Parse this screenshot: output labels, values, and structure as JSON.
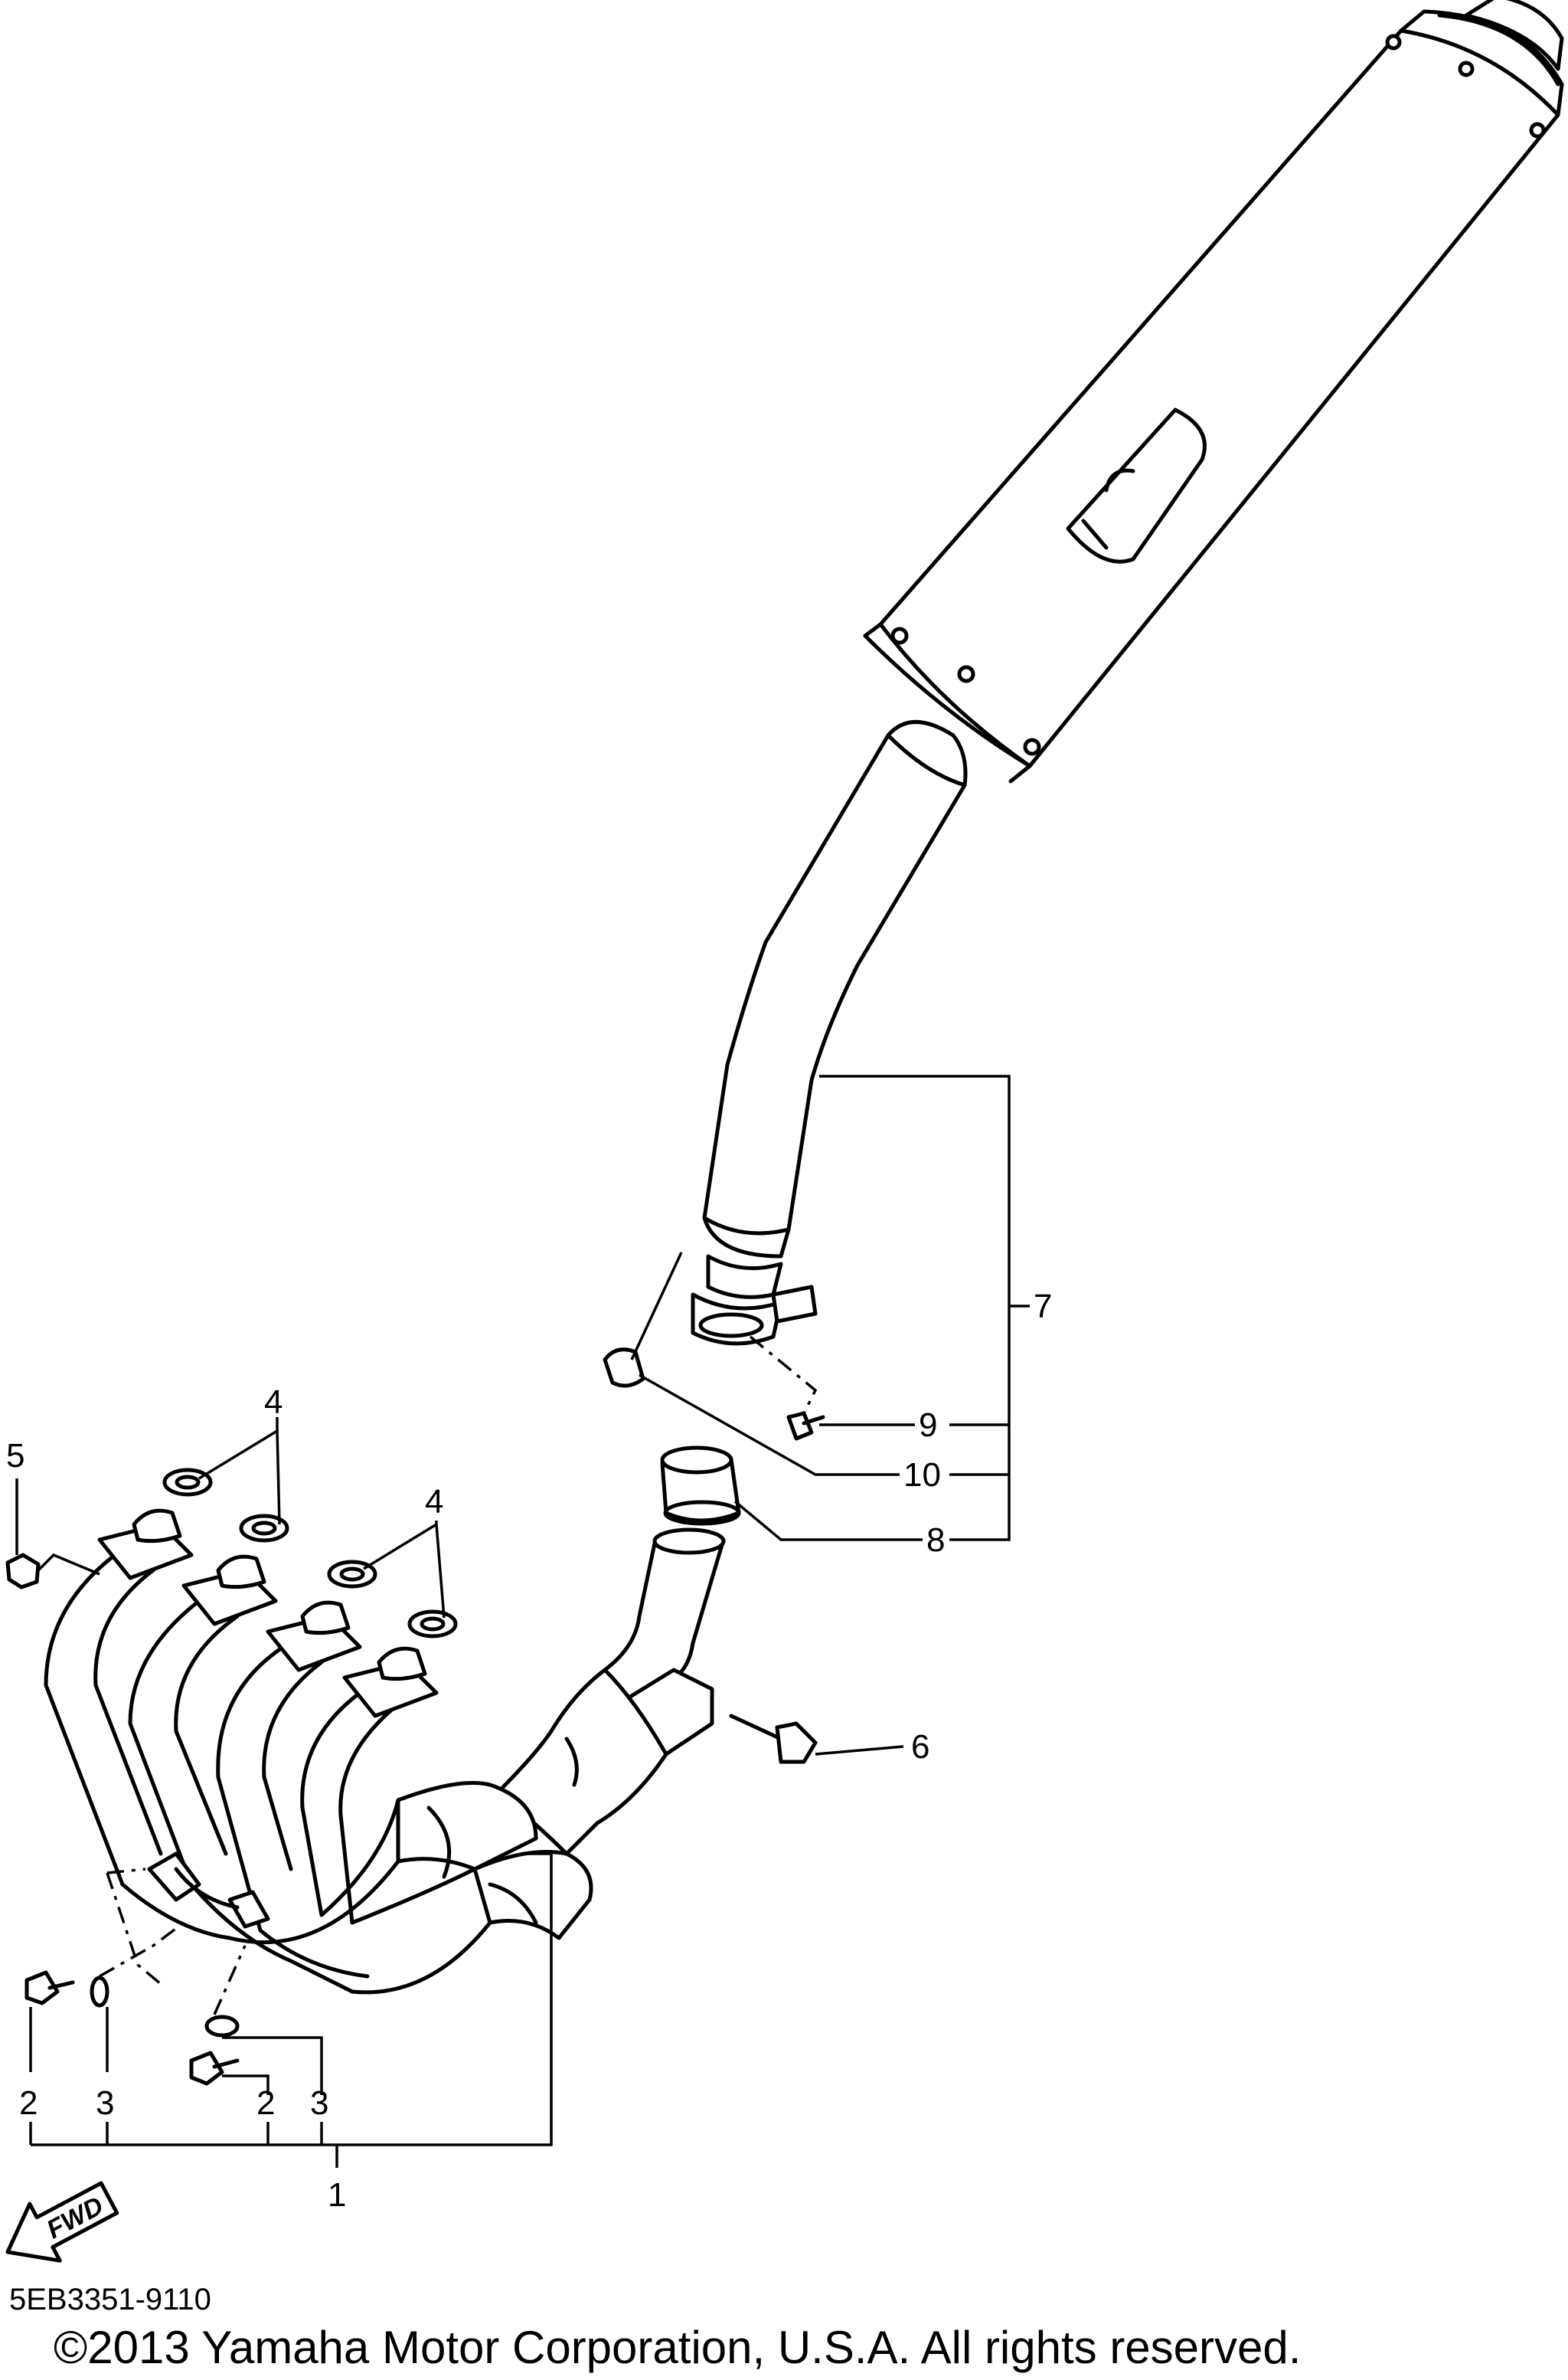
{
  "callouts": {
    "c1": "1",
    "c2a": "2",
    "c2b": "2",
    "c3a": "3",
    "c3b": "3",
    "c4a": "4",
    "c4b": "4",
    "c5": "5",
    "c6": "6",
    "c7": "7",
    "c8": "8",
    "c9": "9",
    "c10": "10"
  },
  "direction_label": "FWD",
  "reference_code": "5EB3351-9110",
  "copyright": "©2013 Yamaha Motor Corporation, U.S.A. All rights reserved."
}
